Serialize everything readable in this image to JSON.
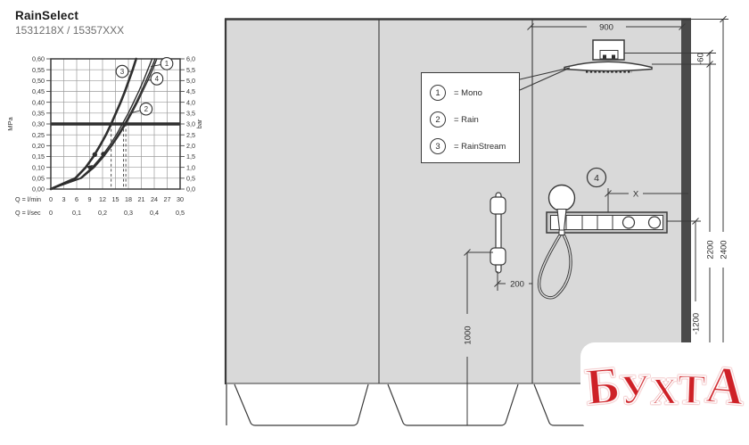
{
  "header": {
    "title": "RainSelect",
    "sku": "1531218X / 15357XXX"
  },
  "chart_data": {
    "type": "line",
    "title": "Flow rate vs pressure",
    "ylabel_left": "MPa",
    "ylabel_right": "bar",
    "xlim": [
      0,
      30
    ],
    "ylim": [
      0,
      0.6
    ],
    "x_grid_step": 3,
    "y_grid_step": 0.05,
    "grid": true,
    "yticks_left": [
      "0,60",
      "0,55",
      "0,50",
      "0,45",
      "0,40",
      "0,35",
      "0,30",
      "0,25",
      "0,20",
      "0,15",
      "0,10",
      "0,05",
      "0,00"
    ],
    "yticks_right": [
      "6,0",
      "5,5",
      "5,0",
      "4,5",
      "4,0",
      "3,5",
      "3,0",
      "2,5",
      "2,0",
      "1,5",
      "1,0",
      "0,5",
      "0,0"
    ],
    "xlabel_rows": [
      {
        "label": "Q = l/min",
        "values": [
          0,
          3,
          6,
          9,
          12,
          15,
          18,
          21,
          24,
          27,
          30
        ],
        "texts": [
          "0",
          "3",
          "6",
          "9",
          "12",
          "15",
          "18",
          "21",
          "24",
          "27",
          "30"
        ]
      },
      {
        "label": "Q = l/sec",
        "values": [
          0,
          6,
          12,
          18,
          24,
          30
        ],
        "texts": [
          "0",
          "0,1",
          "0,2",
          "0,3",
          "0,4",
          "0,5"
        ]
      }
    ],
    "pressure_line_mpa": 0.3,
    "dashed_x": [
      14.0,
      16.85,
      17.4
    ],
    "series": [
      {
        "name": "3",
        "width": 2.6,
        "points": [
          [
            0,
            0
          ],
          [
            5.7,
            0.05
          ],
          [
            8.1,
            0.1
          ],
          [
            9.9,
            0.15
          ],
          [
            11.4,
            0.2
          ],
          [
            12.8,
            0.25
          ],
          [
            14.0,
            0.3
          ],
          [
            15.1,
            0.35
          ],
          [
            16.2,
            0.4
          ],
          [
            17.2,
            0.45
          ],
          [
            18.1,
            0.5
          ],
          [
            19.0,
            0.55
          ],
          [
            19.8,
            0.6
          ]
        ],
        "label_pos": [
          16.55,
          0.542
        ],
        "leader_to": [
          18.9,
          0.542
        ]
      },
      {
        "name": "1",
        "width": 1.4,
        "points": [
          [
            0,
            0
          ],
          [
            6.8,
            0.05
          ],
          [
            9.6,
            0.1
          ],
          [
            11.8,
            0.15
          ],
          [
            13.6,
            0.2
          ],
          [
            15.2,
            0.25
          ],
          [
            16.6,
            0.3
          ],
          [
            18.0,
            0.35
          ],
          [
            19.2,
            0.4
          ],
          [
            20.4,
            0.45
          ],
          [
            21.5,
            0.5
          ],
          [
            22.5,
            0.55
          ],
          [
            23.5,
            0.6
          ]
        ],
        "label_pos": [
          26.9,
          0.578
        ],
        "leader_to": [
          23.2,
          0.565
        ]
      },
      {
        "name": "4",
        "width": 1.4,
        "points": [
          [
            0,
            0
          ],
          [
            7.0,
            0.05
          ],
          [
            9.9,
            0.1
          ],
          [
            12.1,
            0.15
          ],
          [
            14.0,
            0.2
          ],
          [
            15.6,
            0.25
          ],
          [
            17.1,
            0.3
          ],
          [
            18.5,
            0.35
          ],
          [
            19.8,
            0.4
          ],
          [
            21.0,
            0.45
          ],
          [
            22.1,
            0.5
          ],
          [
            23.2,
            0.55
          ],
          [
            24.2,
            0.6
          ]
        ],
        "label_pos": [
          24.6,
          0.508
        ],
        "leader_to": [
          22.3,
          0.5
        ]
      },
      {
        "name": "2",
        "width": 1.4,
        "points": [
          [
            0,
            0
          ],
          [
            7.1,
            0.05
          ],
          [
            10.1,
            0.1
          ],
          [
            12.3,
            0.15
          ],
          [
            14.2,
            0.2
          ],
          [
            15.9,
            0.25
          ],
          [
            17.4,
            0.3
          ],
          [
            18.8,
            0.35
          ],
          [
            20.1,
            0.4
          ],
          [
            21.3,
            0.45
          ],
          [
            22.5,
            0.5
          ],
          [
            23.6,
            0.55
          ],
          [
            24.6,
            0.6
          ]
        ],
        "label_pos": [
          22.1,
          0.369
        ],
        "leader_to": [
          18.9,
          0.352
        ]
      }
    ],
    "markers": {
      "dots": [
        [
          10.2,
          0.159
        ],
        [
          12.2,
          0.161
        ]
      ],
      "arrow": [
        8.3,
        0.105
      ]
    }
  },
  "legend": {
    "items": [
      {
        "num": "1",
        "label": "= Mono"
      },
      {
        "num": "2",
        "label": "= Rain"
      },
      {
        "num": "3",
        "label": "= RainStream"
      }
    ]
  },
  "diagram": {
    "callout_4": "4",
    "dims": {
      "width_900": "900",
      "offset_60": "-60",
      "height_2200": "2200",
      "height_2400": "2400",
      "height_1200": "-1200",
      "height_1000": "1000",
      "offset_200": "200",
      "dim_x": "X"
    }
  },
  "watermark": {
    "text": "БУХТА",
    "letters": [
      "Б",
      "У",
      "Х",
      "Т",
      "А"
    ],
    "color": "#ce2127"
  }
}
